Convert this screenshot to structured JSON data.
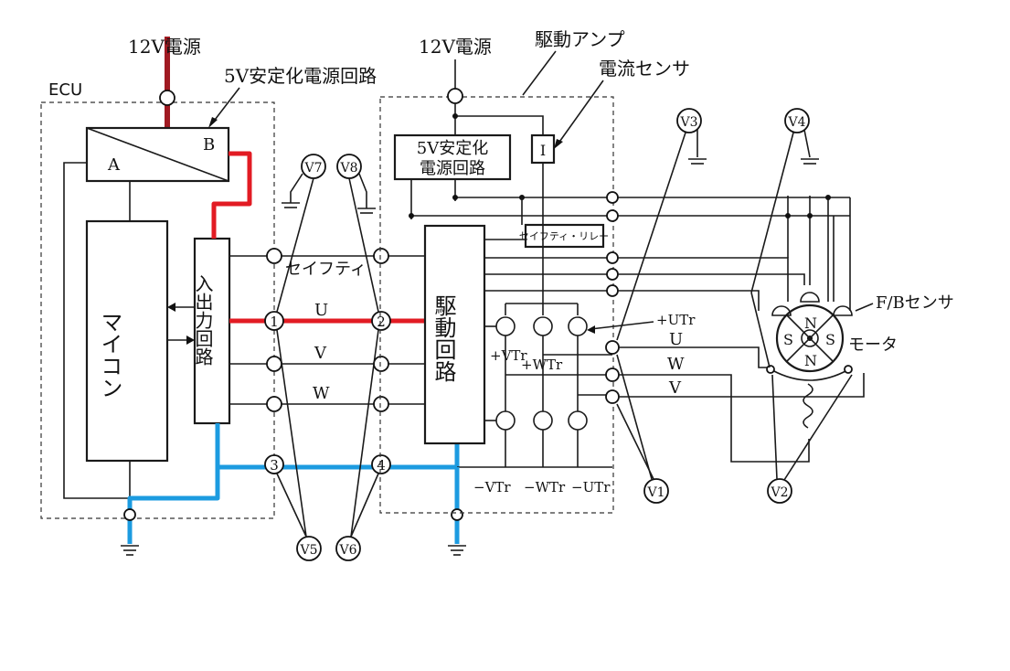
{
  "labels": {
    "supply_left": "12V電源",
    "supply_right": "12V電源",
    "reg5v_ecu": "5V安定化電源回路",
    "ecu": "ECU",
    "block_a": "A",
    "block_b": "B",
    "micon": "マイコン",
    "io_circuit": "入出力回路",
    "drive_amp": "駆動アンプ",
    "current_sensor": "電流センサ",
    "reg5v_amp_line1": "5V安定化",
    "reg5v_amp_line2": "電源回路",
    "sensor_i": "I",
    "safety_relay": "セイフティ・リレー",
    "drive_circuit": "駆動回路",
    "safety": "セイフティ",
    "phase_u": "U",
    "phase_v": "V",
    "phase_w": "W",
    "out_u": "U",
    "out_w": "W",
    "out_v": "V",
    "tr_plus_u": "+UTr",
    "tr_plus_v": "+VTr",
    "tr_plus_w": "+WTr",
    "tr_minus_v": "−VTr",
    "tr_minus_w": "−WTr",
    "tr_minus_u": "−UTr",
    "fb_sensor": "F/Bセンサ",
    "motor": "モータ",
    "pole_n_top": "N",
    "pole_s_left": "S",
    "pole_s_right": "S",
    "pole_n_bottom": "N",
    "node_1": "1",
    "node_2": "2",
    "node_3": "3",
    "node_4": "4",
    "v1": "V1",
    "v2": "V2",
    "v3": "V3",
    "v4": "V4",
    "v5": "V5",
    "v6": "V6",
    "v7": "V7",
    "v8": "V8"
  },
  "colors": {
    "power_wire": "#a01a22",
    "highlight_signal": "#e21b23",
    "highlight_ground": "#1c9be0",
    "line": "#1a1a1a"
  }
}
